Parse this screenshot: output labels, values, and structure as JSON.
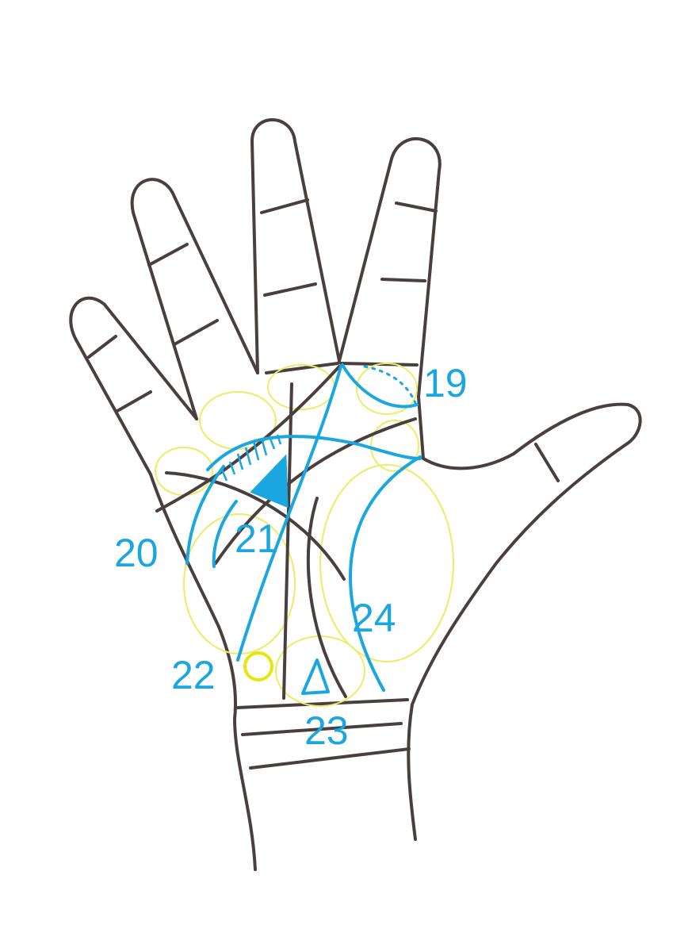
{
  "labels": {
    "l19": "19",
    "l20": "20",
    "l21": "21",
    "l22": "22",
    "l23": "23",
    "l24": "24"
  },
  "colors": {
    "outline": "#4a3f3f",
    "markings": "#1aa6df",
    "mounts": "#ecec66"
  }
}
